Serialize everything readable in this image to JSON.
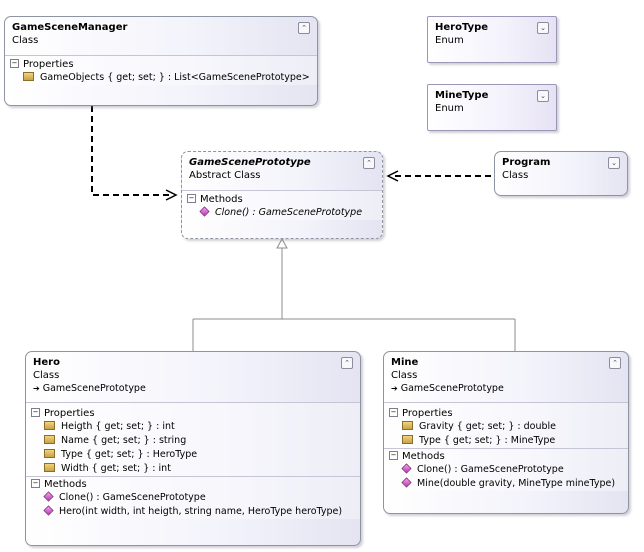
{
  "classes": {
    "manager": {
      "name": "GameSceneManager",
      "kind": "Class",
      "sections": [
        {
          "title": "Properties",
          "members": [
            "GameObjects { get; set; } : List<GameScenePrototype>"
          ]
        }
      ]
    },
    "herotype": {
      "name": "HeroType",
      "kind": "Enum"
    },
    "minetype": {
      "name": "MineType",
      "kind": "Enum"
    },
    "prototype": {
      "name": "GameScenePrototype",
      "kind": "Abstract Class",
      "sections": [
        {
          "title": "Methods",
          "members": [
            "Clone() : GameScenePrototype"
          ]
        }
      ]
    },
    "program": {
      "name": "Program",
      "kind": "Class"
    },
    "hero": {
      "name": "Hero",
      "kind": "Class",
      "base": "GameScenePrototype",
      "sections": [
        {
          "title": "Properties",
          "members": [
            "Heigth { get; set; } : int",
            "Name { get; set; } : string",
            "Type { get; set; } : HeroType",
            "Width { get; set; } : int"
          ]
        },
        {
          "title": "Methods",
          "members": [
            "Clone() : GameScenePrototype",
            "Hero(int width, int heigth, string name, HeroType heroType)"
          ]
        }
      ]
    },
    "mine": {
      "name": "Mine",
      "kind": "Class",
      "base": "GameScenePrototype",
      "sections": [
        {
          "title": "Properties",
          "members": [
            "Gravity { get; set; } : double",
            "Type { get; set; } : MineType"
          ]
        },
        {
          "title": "Methods",
          "members": [
            "Clone() : GameScenePrototype",
            "Mine(double gravity, MineType mineType)"
          ]
        }
      ]
    }
  },
  "glyphs": {
    "collapse": "⌃",
    "expand": "⌄",
    "minus": "−",
    "base_arrow": "➔"
  }
}
